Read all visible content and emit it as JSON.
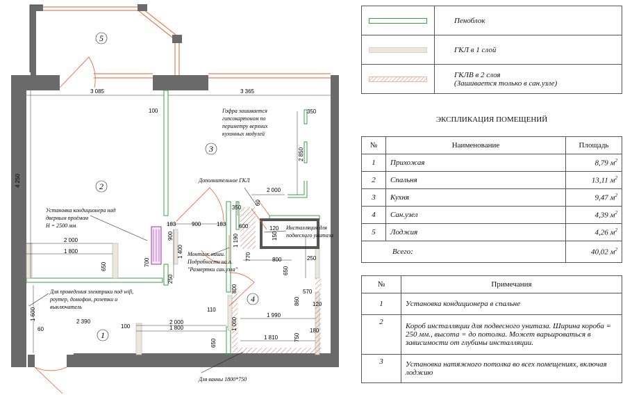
{
  "legend": [
    {
      "label": "Пеноблок",
      "color": "#3aa04a"
    },
    {
      "label": "ГКЛ в 1 слой",
      "color": "#d8d2c6"
    },
    {
      "label": "ГКЛВ в 2 слоя",
      "label2": "(Зашивается только в сан.узле)",
      "color": "#e7b9a6"
    }
  ],
  "explication": {
    "title": "ЭКСПЛИКАЦИЯ ПОМЕЩЕНИЙ",
    "headers": [
      "№",
      "Наименование",
      "Площадь"
    ],
    "rows": [
      {
        "num": "1",
        "name": "Прихожая",
        "area": "8,79 м",
        "unit": "2"
      },
      {
        "num": "2",
        "name": "Спальня",
        "area": "13,11 м",
        "unit": "2"
      },
      {
        "num": "3",
        "name": "Кухня",
        "area": "9,47 м",
        "unit": "2"
      },
      {
        "num": "4",
        "name": "Сан.узел",
        "area": "4,39 м",
        "unit": "2"
      },
      {
        "num": "5",
        "name": "Лоджия",
        "area": "4,26 м",
        "unit": "2"
      }
    ],
    "total_label": "Всего:",
    "total_value": "40,02 м",
    "total_unit": "2"
  },
  "notes": {
    "headers": [
      "№",
      "Примечания"
    ],
    "rows": [
      {
        "num": "1",
        "text": "Установка кондиционера в спальне"
      },
      {
        "num": "2",
        "text": "Короб инсталляции для подвесного унитаза. Ширина короба = 250 мм., высота = до потолка. Может варьироваться в зависимости от глубины инсталляции."
      },
      {
        "num": "3",
        "text": "Установка натяжного потолка во всех помещениях, включая лоджию"
      }
    ]
  },
  "plan": {
    "rooms": [
      "5",
      "2",
      "3",
      "4",
      "1"
    ],
    "dims": {
      "top_left": "3 085",
      "top_right": "3 365",
      "d100a": "100",
      "d350a": "350",
      "d2850": "2 850",
      "d4250": "4 250",
      "d2000a": "2 000",
      "d350b": "350",
      "d60a": "60",
      "d183a": "183",
      "d900": "900",
      "d183b": "183",
      "d600": "600",
      "d120": "120",
      "d150": "150",
      "d770": "770",
      "d1190": "1 190",
      "d900b": "900",
      "d1400": "1 400",
      "d700": "700",
      "d2000b": "2 000",
      "d1800a": "1 800",
      "d650a": "650",
      "d250a": "250",
      "d800a": "800",
      "d250b": "250",
      "d650b": "650",
      "d570": "570",
      "d800b": "800",
      "d860": "860",
      "d120b": "120",
      "d110": "110",
      "d1990": "1 990",
      "d1600": "1 600",
      "d60b": "60",
      "d2390": "2 390",
      "d100b": "100",
      "d2000c": "2 000",
      "d1800b": "1 800",
      "d1000": "1 000",
      "d650c": "650",
      "d1810": "1 810",
      "d750": "750",
      "d180": "180"
    },
    "notes": {
      "gofra1": "Гофра зашивается",
      "gofra2": "гипсокартоном по",
      "gofra3": "периметру верхних",
      "gofra4": "кухонных модулей",
      "gkl": "Дополнительное ГКЛ",
      "ac1": "Установка кондиционера над",
      "ac2": "дверным проёмом",
      "ac3": "H = 2500 мм",
      "inst1": "Инсталляция для",
      "inst2": "подвесного унитаза",
      "niche1": "Монтаж ниши.",
      "niche2": "Подробности на л.",
      "niche3": "\"Развертки сан.узла\"",
      "elec1": "Для проведения электрики под wifi,",
      "elec2": "роутер, домофон, розетки и",
      "elec3": "выключатель",
      "bath": "Для ванны 1800*750"
    }
  }
}
